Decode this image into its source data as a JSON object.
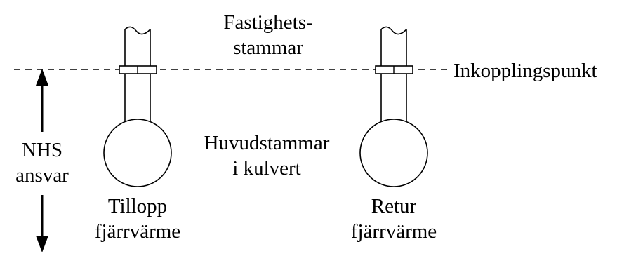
{
  "labels": {
    "fastighetsstammar": [
      "Fastighets-",
      "stammar"
    ],
    "inkopplingspunkt": "Inkopplingspunkt",
    "nhs_ansvar": [
      "NHS",
      "ansvar"
    ],
    "huvudstammar": [
      "Huvudstammar",
      "i kulvert"
    ],
    "tillopp": [
      "Tillopp",
      "fjärrvärme"
    ],
    "retur": [
      "Retur",
      "fjärrvärme"
    ]
  },
  "colors": {
    "line": "#000000",
    "background": "#ffffff"
  }
}
